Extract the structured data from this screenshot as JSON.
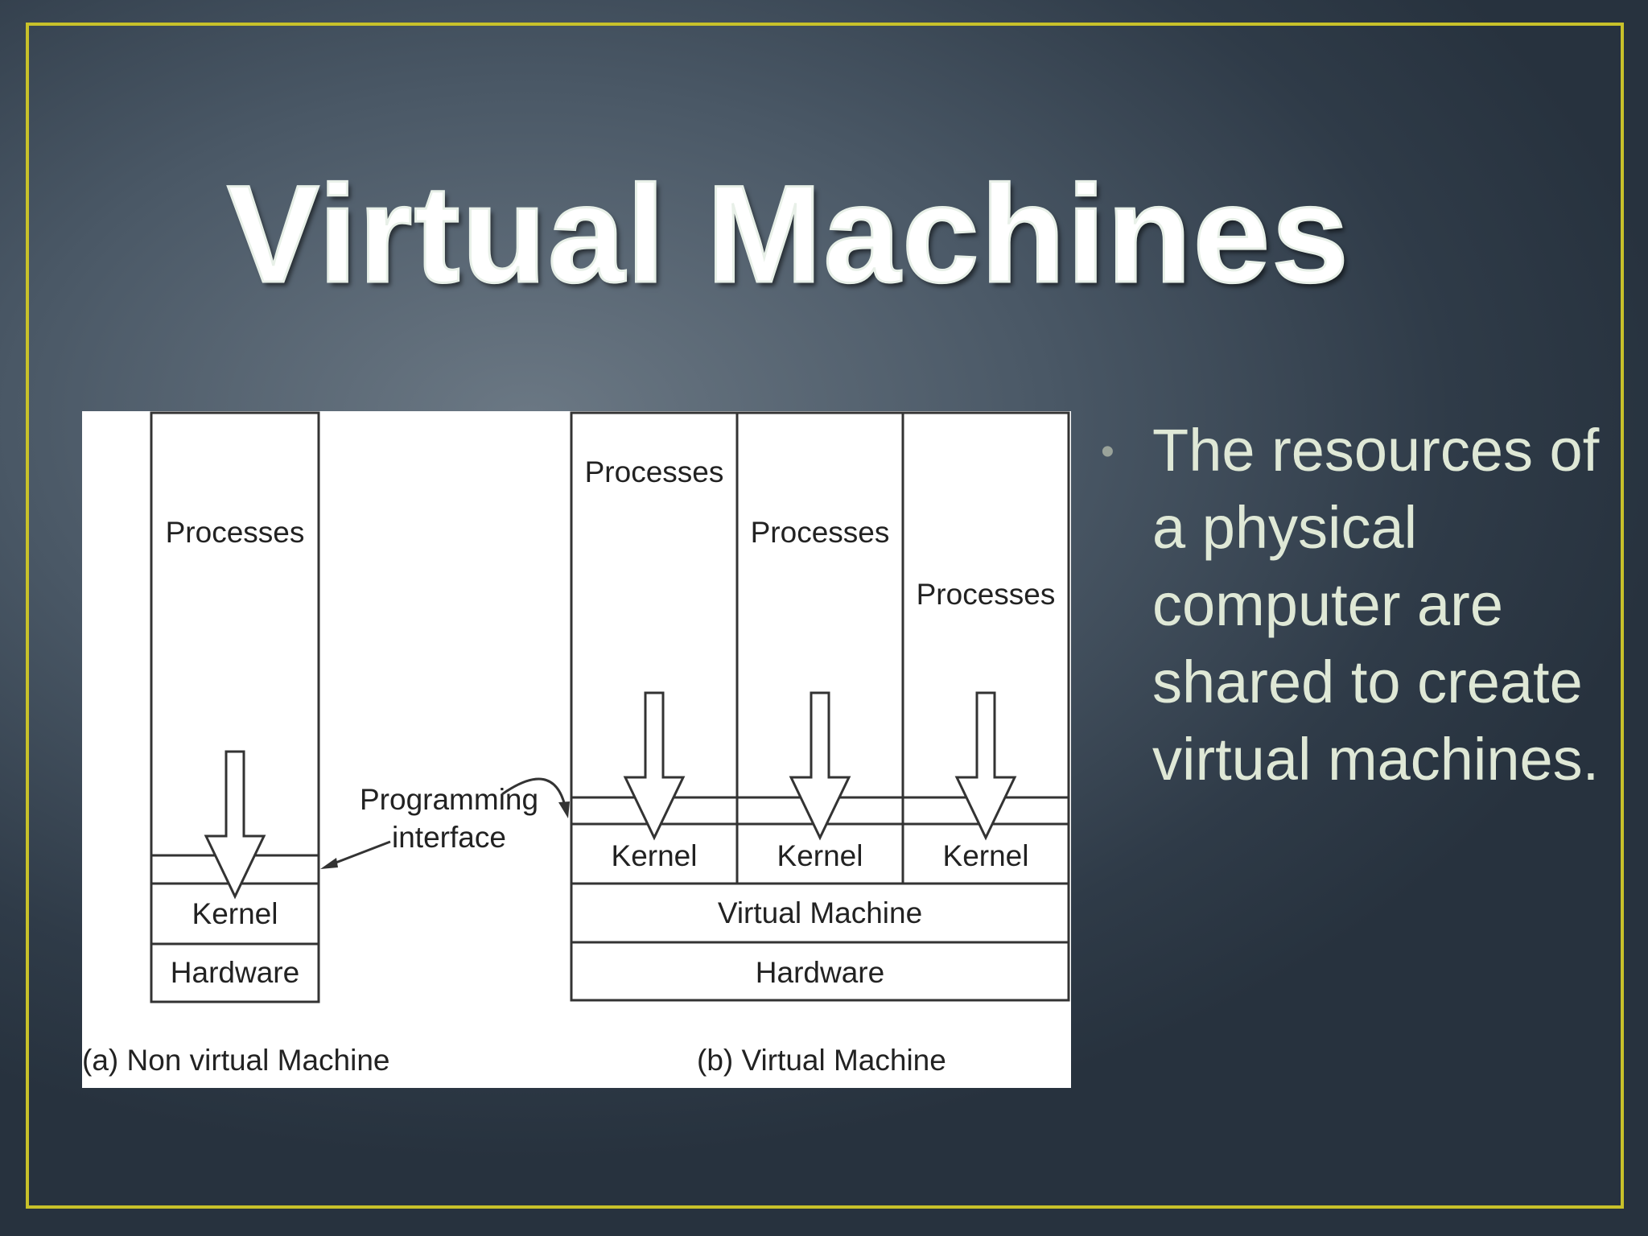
{
  "slide": {
    "title": "Virtual Machines",
    "bullet": "The resources of a physical computer are shared to create virtual machines."
  },
  "diagram": {
    "non_virtual": {
      "processes": "Processes",
      "kernel": "Kernel",
      "hardware": "Hardware",
      "caption": "(a) Non virtual Machine"
    },
    "interface_label_line1": "Programming",
    "interface_label_line2": "interface",
    "virtual": {
      "processes": [
        "Processes",
        "Processes",
        "Processes"
      ],
      "kernels": [
        "Kernel",
        "Kernel",
        "Kernel"
      ],
      "virtual_machine": "Virtual Machine",
      "hardware": "Hardware",
      "caption": "(b) Virtual Machine"
    }
  },
  "colors": {
    "frame": "#c8c12a",
    "title": "#ffffff",
    "bullet_text": "#dfe8d6"
  }
}
